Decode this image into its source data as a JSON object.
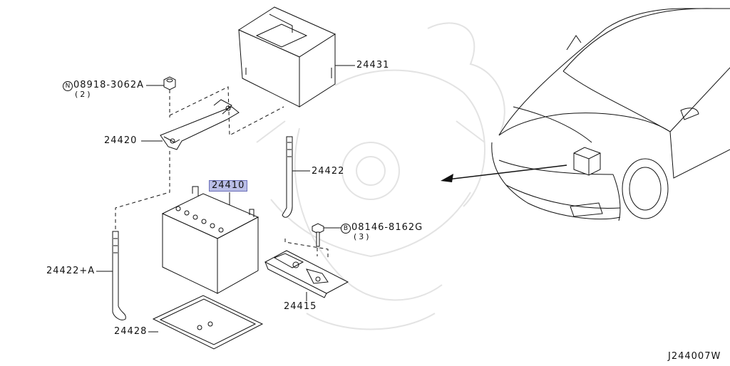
{
  "diagram": {
    "parts": [
      {
        "id": "24431",
        "label": "24431"
      },
      {
        "id": "24420",
        "label": "24420"
      },
      {
        "id": "24422",
        "label": "24422"
      },
      {
        "id": "24410",
        "label": "24410",
        "highlighted": true
      },
      {
        "id": "24422A",
        "label": "24422+A"
      },
      {
        "id": "24415",
        "label": "24415"
      },
      {
        "id": "24428",
        "label": "24428"
      }
    ],
    "fasteners": [
      {
        "id": "nut",
        "marker": "N",
        "code": "08918-3062A",
        "qty": "(2)"
      },
      {
        "id": "bolt",
        "marker": "B",
        "code": "08146-8162G",
        "qty": "(3)"
      }
    ],
    "figure_code": "J244007W",
    "highlight_color": "#b9bde6"
  }
}
